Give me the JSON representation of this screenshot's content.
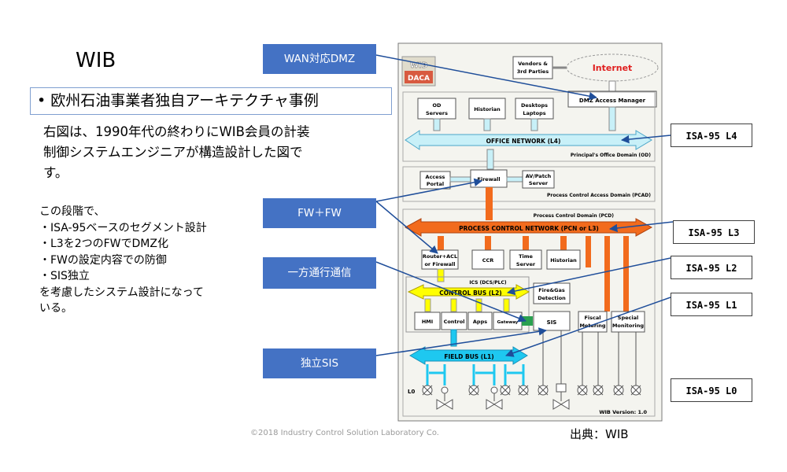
{
  "title": "WIB",
  "subtitle": "• 欧州石油事業者独自アーキテクチャ事例",
  "intro": [
    "右図は、1990年代の終わりにWIB会員の計装",
    "制御システムエンジニアが構造設計した図で",
    "す。"
  ],
  "steps": [
    "この段階で、",
    "・ISA-95ベースのセグメント設計",
    "・L3を2つのFWでDMZ化",
    "・FWの設定内容での防御",
    "・SIS独立",
    "を考慮したシステム設計になって",
    "いる。"
  ],
  "callouts": {
    "wan_dmz": "WAN対応DMZ",
    "fw_fw": "FW＋FW",
    "one_way": "一方通行通信",
    "independent_sis": "独立SIS"
  },
  "isa_levels": {
    "l4": "ISA-95  L4",
    "l3": "ISA-95  L3",
    "l2": "ISA-95  L2",
    "l1": "ISA-95  L1",
    "l0": "ISA-95  L0"
  },
  "copyright": "©2018 Industry Control Solution Laboratory Co.",
  "source": "出典：WIB",
  "diagram": {
    "logo_top": "WIB",
    "logo_bottom": "DACA",
    "vendors": [
      "Vendors &",
      "3rd Parties"
    ],
    "internet": "Internet",
    "dmz_access_manager": "DMZ Access Manager",
    "od_servers": [
      "OD",
      "Servers"
    ],
    "historian": "Historian",
    "desktops": [
      "Desktops",
      "Laptops"
    ],
    "office_network": "OFFICE NETWORK (L4)",
    "principal_domain": "Principal's Office Domain (OD)",
    "access_portal": [
      "Access",
      "Portal"
    ],
    "firewall": "Firewall",
    "av_patch": [
      "AV/Patch",
      "Server"
    ],
    "pcad": "Process Control Access Domain (PCAD)",
    "pcd": "Process Control Domain (PCD)",
    "pcn": "PROCESS CONTROL NETWORK (PCN or L3)",
    "router_acl": [
      "Router+ACL",
      "or Firewall"
    ],
    "ccr": "CCR",
    "time_server": [
      "Time",
      "Server"
    ],
    "historian2": "Historian",
    "ics": "ICS (DCS/PLC)",
    "control_bus": "CONTROL BUS (L2)",
    "fire_gas": [
      "Fire&Gas",
      "Detection"
    ],
    "hmi": "HMI",
    "control": "Control",
    "apps": "Apps",
    "gateway": "Gateway",
    "sis": "SIS",
    "fiscal": [
      "Fiscal",
      "Metering"
    ],
    "special": [
      "Special",
      "Monitoring"
    ],
    "field_bus": "FIELD BUS (L1)",
    "l0": "L0",
    "version": "WIB Version: 1.0"
  },
  "colors": {
    "callout": "#4472c4",
    "office_network": "#c8f0f8",
    "pcn": "#f26b1d",
    "control_bus": "#ffff00",
    "field_bus": "#1ec8f0",
    "internet": "#ff3030"
  }
}
